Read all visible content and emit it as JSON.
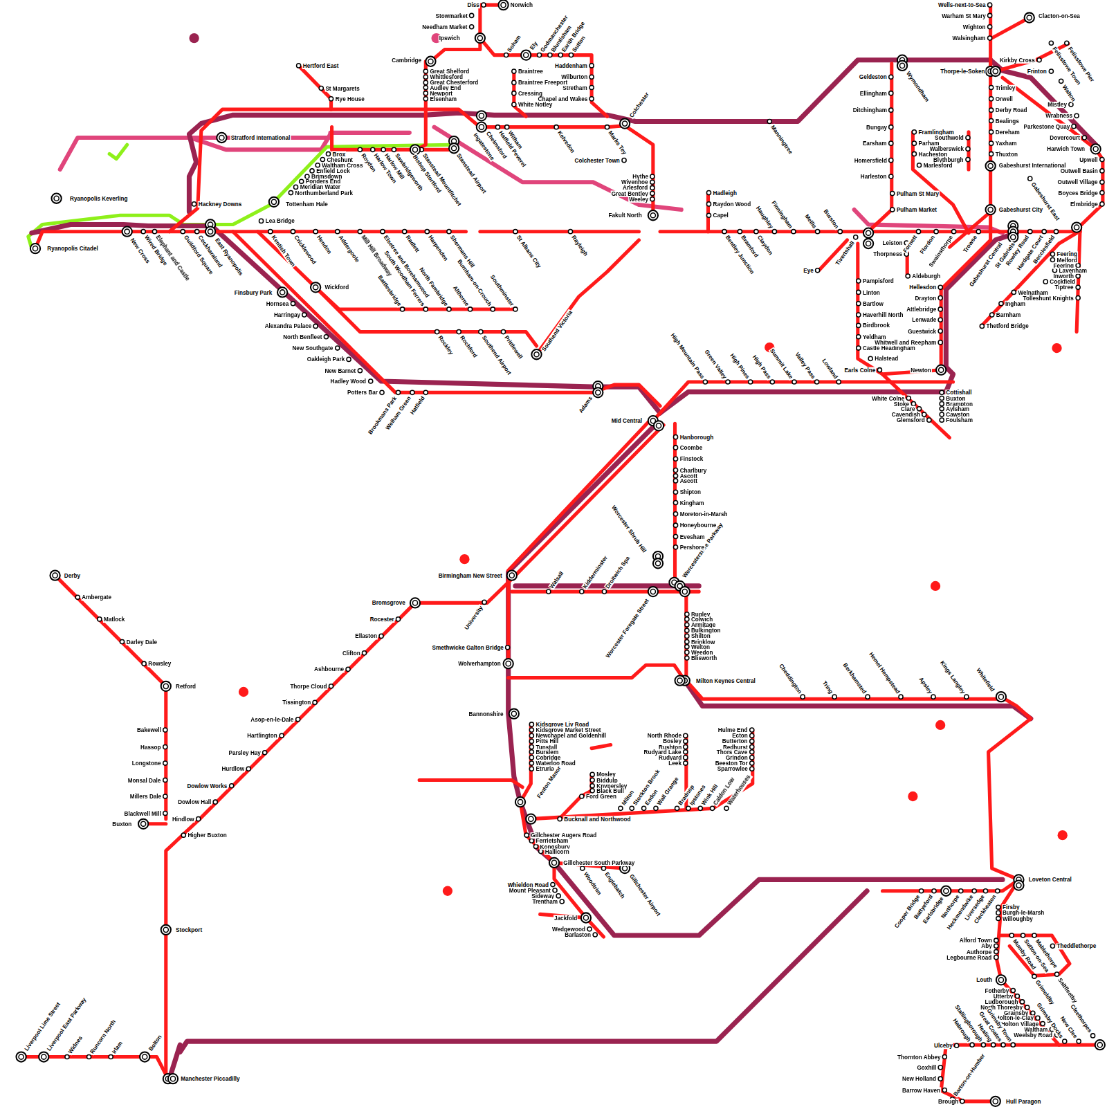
{
  "diagram": {
    "labels": [
      "Diss",
      "Norwich",
      "Stowmarket",
      "Needham Market",
      "Ipswich",
      "Cambridge",
      "Soham",
      "Ely",
      "Godmanchester",
      "Bluntisham",
      "Earith Bridge",
      "Sutton",
      "Haddenham",
      "Wilburton",
      "Stretham",
      "Chapel and Wakes",
      "Braintree",
      "Braintree Freeport",
      "Cressing",
      "White Notley",
      "Great Shelford",
      "Whittlesford",
      "Great Chesterford",
      "Audley End",
      "Newport",
      "Elsenham",
      "Hertford East",
      "St Margarets",
      "Rye House",
      "Stratford International",
      "Ingatestone",
      "Chelmsford",
      "Hatfield Peverel",
      "Witham",
      "Kelvedon",
      "Marks Tey",
      "Colchester",
      "Manningtree",
      "Roydon",
      "Harlow Town",
      "Harlow Mill",
      "Sawbridgeworth",
      "Bishop Stortford",
      "Stanstead Mountfitchet",
      "Stanstead Airport",
      "Brox",
      "Cheshunt",
      "Waltham Cross",
      "Enfield Lock",
      "Brimsdown",
      "Ponders End",
      "Meridian Water",
      "Northumberland Park",
      "Ryanopolis Keverling",
      "Ryanopolis Citadel",
      "Hackney Downs",
      "Tottenham Hale",
      "Lea Bridge",
      "Colchester Town",
      "Hythe",
      "Wivenhoe",
      "Arlesford",
      "Great Bentley",
      "Weeley",
      "Fakult North",
      "New Cross",
      "Wired Bridge",
      "Elephant and Castle",
      "Guildford Square",
      "Cockharalund",
      "East Ryanopolis",
      "Kentish Town",
      "Cricklewood",
      "Hendon",
      "Addergoole",
      "Mill Hill Broadway",
      "Elsetree and Borehamwood",
      "Radlett",
      "Harpenden",
      "Shermans Hill",
      "St Albans City",
      "Rayleigh",
      "Finsbury Park",
      "Hornsea",
      "Harringay",
      "Alexandra Palace",
      "North Benfleet",
      "New Southgate",
      "Oakleigh Park",
      "New Barnet",
      "Hadley Wood",
      "Potters Bar",
      "Wickford",
      "Battlesbridge",
      "South Woodham Ferrers",
      "North Fambridge",
      "Althorne",
      "Burnham-on-Crouch",
      "Southminster",
      "Rockley",
      "Rochford",
      "Southend Airport",
      "Prittlewell",
      "Southend Victoria",
      "Brookmans Park",
      "Welham Green",
      "Hatfield",
      "Adams",
      "Mid Central",
      "High Mountain Pass",
      "Green Valley",
      "High Pines",
      "High Pass",
      "Summit Lake",
      "Valley Pass",
      "Lowland",
      "Earls Colne",
      "Pampisford",
      "Linton",
      "Bartlow",
      "Haverhill North",
      "Birdbrook",
      "Yeldham",
      "Castle Headingham",
      "Halstead",
      "White Colne",
      "Stoke",
      "Clare",
      "Cavendish",
      "Glemsford",
      "Newton",
      "Cottishall",
      "Buxton",
      "Brampton",
      "Aylsham",
      "Cawston",
      "Foulsham",
      "Hellesdon",
      "Drayton",
      "Attlebridge",
      "Lenwade",
      "Guestwick",
      "Whitwell and Reepham",
      "Geldeston",
      "Ellingham",
      "Ditchingham",
      "Bungay",
      "Earsham",
      "Homersfield",
      "Harleston",
      "Pulham St Mary",
      "Pulham Market",
      "Wymondham",
      "Hadleigh",
      "Raydon Wood",
      "Capel",
      "Bentley Junction",
      "Bramford",
      "Claydon",
      "Haughley",
      "Finningham",
      "Mellis",
      "Burston",
      "Tivertshall",
      "Eye",
      "Leiston",
      "Thorpness",
      "Aldeburgh",
      "Fornett",
      "Flordon",
      "Swainsthorpe",
      "Trowse",
      "Gabeshurst Central",
      "St Gabriels",
      "Rowley Road",
      "Hardgate Court",
      "Becclesfield",
      "Gabeshurst City",
      "Wells-next-to-Sea",
      "Warham St Mary",
      "Wighton",
      "Walsingham",
      "Clacton-on-Sea",
      "Kirkby Cross",
      "Felixstowe Town",
      "Felixstowe Pier",
      "Frinton",
      "Walton",
      "Thorpe-le-Soken",
      "Trimley",
      "Orwell",
      "Derby Road",
      "Bealings",
      "Dereham",
      "Yaxham",
      "Thuxton",
      "Gabeshurst International",
      "Mistley",
      "Wrabness",
      "Parkestone Quay",
      "Dovercourt",
      "Harwich Town",
      "Upwell",
      "Outwell Basin",
      "Outwell Village",
      "Boyces Bridge",
      "Elmbridge",
      "Gabeshurst East",
      "Framlingham",
      "Southwold",
      "Parham",
      "Walberswick",
      "Hacheston",
      "Blythburgh",
      "Marlesford",
      "Feering",
      "Melford",
      "Feering",
      "Lavenham",
      "Inworth",
      "Cockfield",
      "Tiptree",
      "Welnatham",
      "Tolleshunt Knights",
      "Ingham",
      "Barnham",
      "Thetford Bridge",
      "Birmingham New Street",
      "Walsall",
      "Kidderminster",
      "Droitwich Spa",
      "Worcester Shrub Hill",
      "Worcestershire Parkway",
      "Worcester Foregate Street",
      "Bromsgrove",
      "University",
      "Smethwicke Galton Bridge",
      "Wolverhampton",
      "Bannonshire",
      "Rocester",
      "Ellaston",
      "Clifton",
      "Ashbourne",
      "Thorpe Cloud",
      "Tissington",
      "Asop-en-le-Dale",
      "Hartlington",
      "Parsley Hay",
      "Hurdlow",
      "Dowlow Works",
      "Dowlow Hall",
      "Hindlow",
      "Higher Buxton",
      "Derby",
      "Ambergate",
      "Matlock",
      "Darley Dale",
      "Rowsley",
      "Retford",
      "Bakewell",
      "Hassop",
      "Longstone",
      "Monsal Dale",
      "Millers Dale",
      "Blackwell Mill",
      "Buxton",
      "Stockport",
      "Manchester Piccadilly",
      "Liverpool Lime Street",
      "Liverpool East Parkway",
      "Widnes",
      "Runcorn North",
      "Irlam",
      "Bolton",
      "Hanborough",
      "Coombe",
      "Finstock",
      "Charlbury",
      "Ascott",
      "Ascott",
      "Shipton",
      "Kingham",
      "Moreton-in-Marsh",
      "Honeybourne",
      "Evesham",
      "Pershore",
      "Rugley",
      "Colwich",
      "Armitage",
      "Bulkington",
      "Shilton",
      "Brinklow",
      "Welton",
      "Weedon",
      "Blisworth",
      "Milton Keynes Central",
      "Cheddington",
      "Tring",
      "Berkhamsted",
      "Hemel Hempstead",
      "Apsley",
      "Kings Langley",
      "Whitefield",
      "Kidsgrove Liv Road",
      "Kidsgrove Market Street",
      "Newchapel and Goldenhill",
      "Pitts Hill",
      "Tunstall",
      "Burslem",
      "Cobridge",
      "Waterloo Road",
      "Etruria",
      "North Rhode",
      "Bosley",
      "Rushton",
      "Rudyard Lake",
      "Rudyard",
      "Leek",
      "Hulme End",
      "Ecton",
      "Butterton",
      "Redhurst",
      "Thors Cave",
      "Grindon",
      "Beeston Tor",
      "Sparrowlee",
      "Mosley",
      "Biddulp",
      "Knypersley",
      "Black Bull",
      "Ford Green",
      "Milton",
      "Stockton Brook",
      "Endon",
      "Wall Grange",
      "Bradnop",
      "Ipstones",
      "Wink Hill",
      "Caldon Low",
      "Waterhouses",
      "Fenton Manor",
      "Bucknall and Northwood",
      "Gillchester Augers Road",
      "Ferrietsham",
      "Kongsbury",
      "Hallicorn",
      "Gillchester South Parkway",
      "Woodtrim",
      "Englebatch",
      "Gillchester Airport",
      "Whieldon Road",
      "Mount Pleasant",
      "Sideway",
      "Trentham",
      "Jackfold",
      "Wedgewood",
      "Barlaston",
      "Loveton Central",
      "Cooper Bridge",
      "Battyeford",
      "Earlsbridge",
      "Northorpe",
      "Heckmondwike",
      "Liversedge",
      "Cleckheaton",
      "Firsby",
      "Burgh-le-Marsh",
      "Willoughby",
      "Alford Town",
      "Aby",
      "Authorpe",
      "Legbourne Road",
      "Mumby Road",
      "Sutton-on-Sea",
      "Mablethorpe",
      "Theddlethorpe",
      "Grimoldby",
      "Saltfleetby",
      "Louth",
      "Fotherby",
      "Utterby",
      "Ludborough",
      "North Thoresby",
      "Grainsby",
      "Holton-le-Clay",
      "Holton Village",
      "Waltham",
      "Weelsby Road",
      "Habrough",
      "Stallingborough",
      "Healing",
      "Great Coates",
      "Grimsby Town",
      "Grimsby Docks",
      "New Clee",
      "Cleethorpes",
      "Ulceby",
      "Thornton Abbey",
      "Goxhill",
      "New Holland",
      "Barrow Haven",
      "Brough",
      "Barton-on-Humber",
      "Hull Paragon"
    ]
  }
}
